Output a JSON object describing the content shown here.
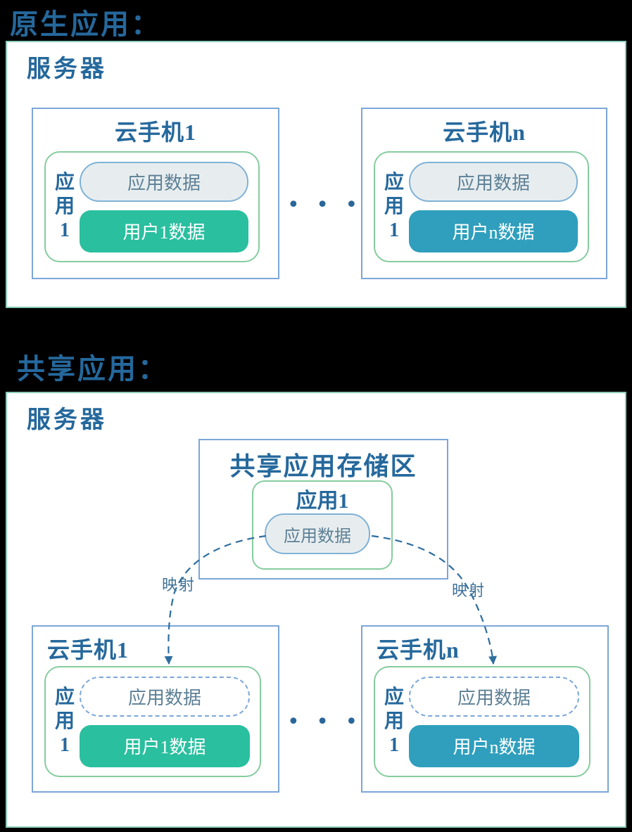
{
  "colors": {
    "background": "#000000",
    "heading_text": "#25689c",
    "panel_border": "#8accb9",
    "box_border_blue": "#7ca6d8",
    "box_border_green": "#86cc9f",
    "app_data_bg": "#e7edef",
    "app_data_text": "#5d8095",
    "user1_data_bg": "#2abf9f",
    "usern_data_bg": "#2f9fbd",
    "arrow_color": "#2e6e9e"
  },
  "native": {
    "heading": "原生应用：",
    "server_label": "服务器",
    "ellipsis": "• • •",
    "phones": [
      {
        "title": "云手机1",
        "app_lines": [
          "应",
          "用",
          "1"
        ],
        "app_data_label": "应用数据",
        "user_data_label": "用户1数据"
      },
      {
        "title": "云手机n",
        "app_lines": [
          "应",
          "用",
          "1"
        ],
        "app_data_label": "应用数据",
        "user_data_label": "用户n数据"
      }
    ]
  },
  "shared": {
    "heading": "共享应用：",
    "server_label": "服务器",
    "storage": {
      "title": "共享应用存储区",
      "app_title": "应用1",
      "app_data_label": "应用数据"
    },
    "mapping_left": "映射",
    "mapping_right": "映射",
    "ellipsis": "• • •",
    "phones": [
      {
        "title": "云手机1",
        "app_lines": [
          "应",
          "用",
          "1"
        ],
        "app_data_label": "应用数据",
        "user_data_label": "用户1数据"
      },
      {
        "title": "云手机n",
        "app_lines": [
          "应",
          "用",
          "1"
        ],
        "app_data_label": "应用数据",
        "user_data_label": "用户n数据"
      }
    ]
  }
}
